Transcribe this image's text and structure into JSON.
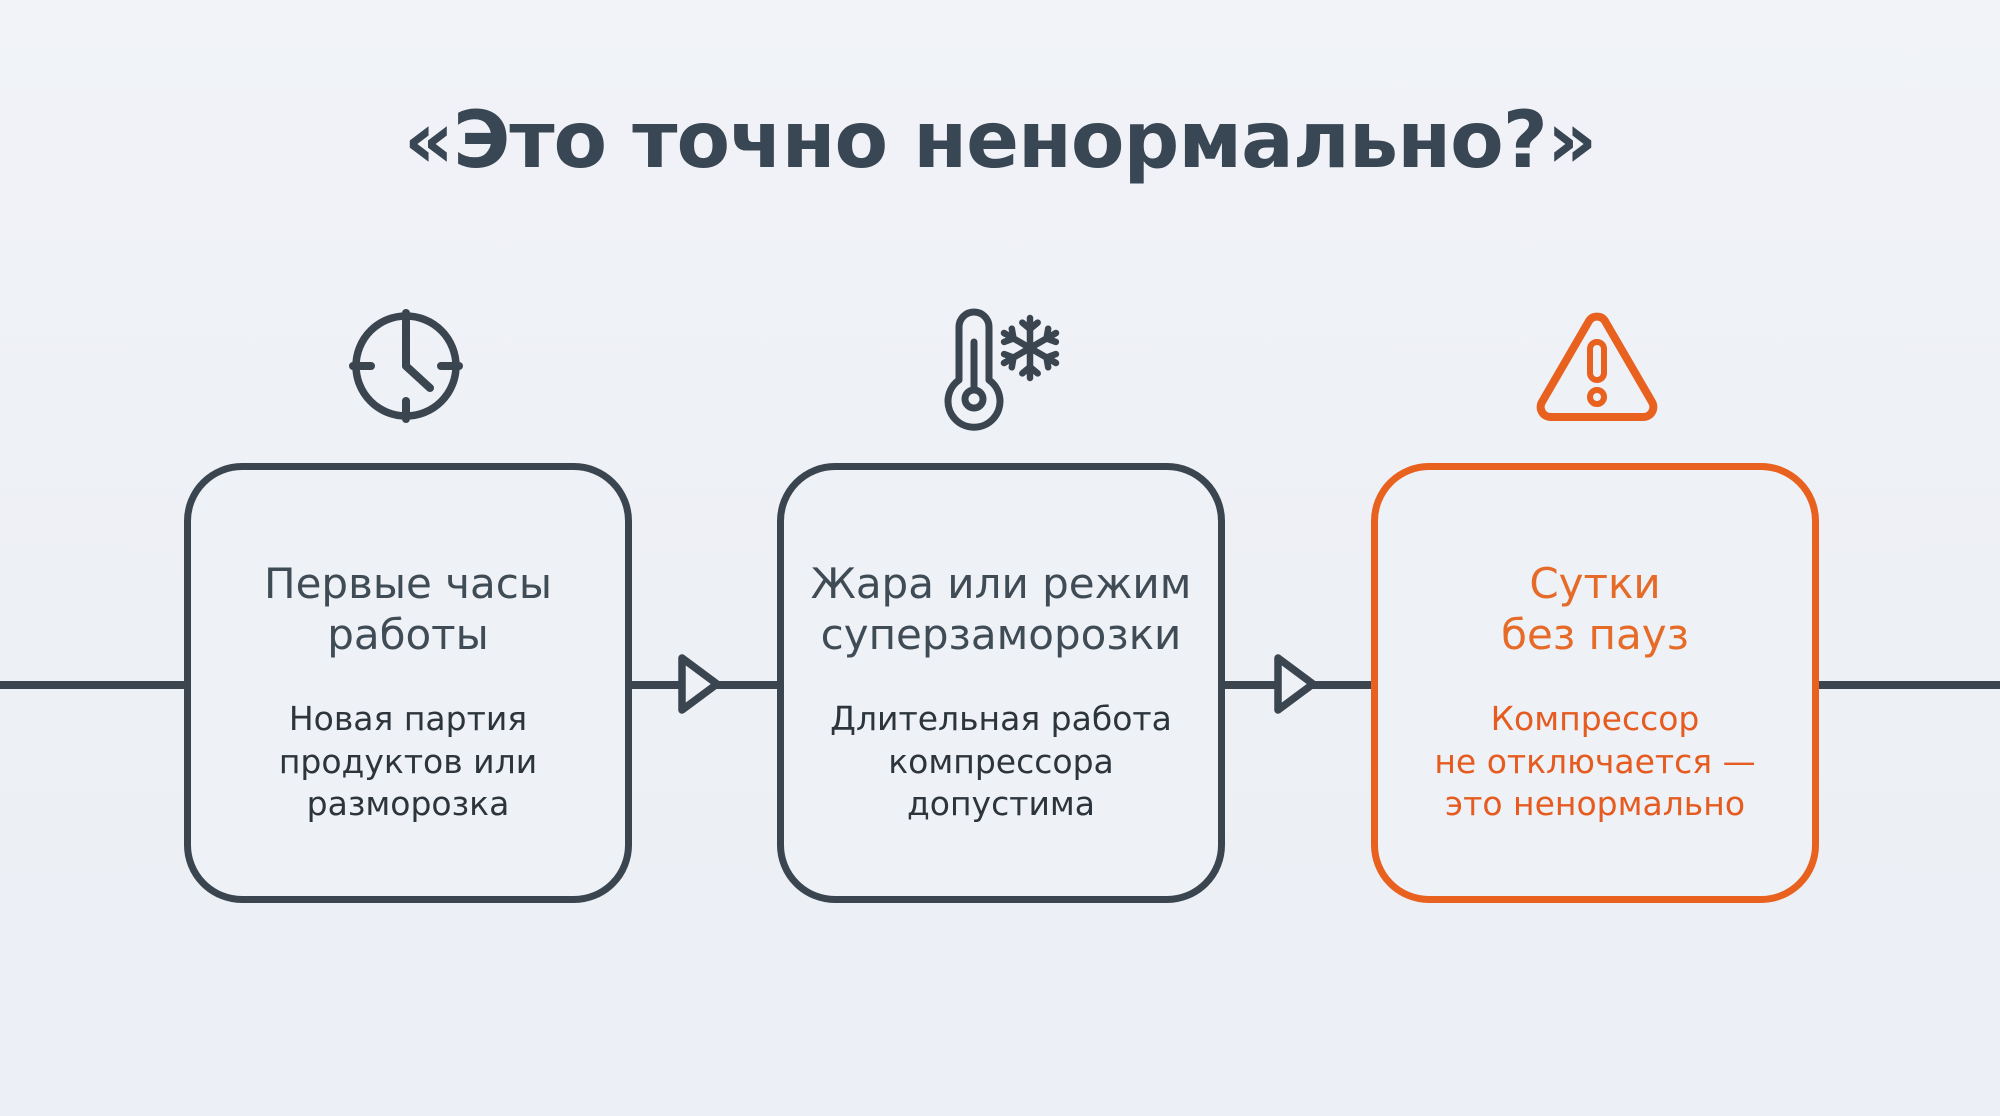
{
  "title": "«Это точно ненормально?»",
  "colors": {
    "background": "#EEF1F6",
    "dark": "#3A4550",
    "orange": "#E8611F",
    "orange_text": "#E55B20",
    "dark_heading": "#3F4B55",
    "dark_body": "#2C343C"
  },
  "flow": {
    "direction": "left-to-right",
    "connector": "horizontal-line-with-open-arrowheads"
  },
  "cards": [
    {
      "icon": "clock-icon",
      "accent": "dark",
      "title_lines": [
        "Первые часы",
        "работы"
      ],
      "body_lines": [
        "Новая партия",
        "продуктов или",
        "разморозка"
      ]
    },
    {
      "icon": "thermometer-snowflake-icon",
      "accent": "dark",
      "title_lines": [
        "Жара или режим",
        "суперзаморозки"
      ],
      "body_lines": [
        "Длительная работа",
        "компрессора",
        "допустима"
      ]
    },
    {
      "icon": "warning-triangle-icon",
      "accent": "orange",
      "title_lines": [
        "Сутки",
        "без пауз"
      ],
      "body_lines": [
        "Компрессор",
        "не отключается —",
        "это ненормально"
      ]
    }
  ]
}
